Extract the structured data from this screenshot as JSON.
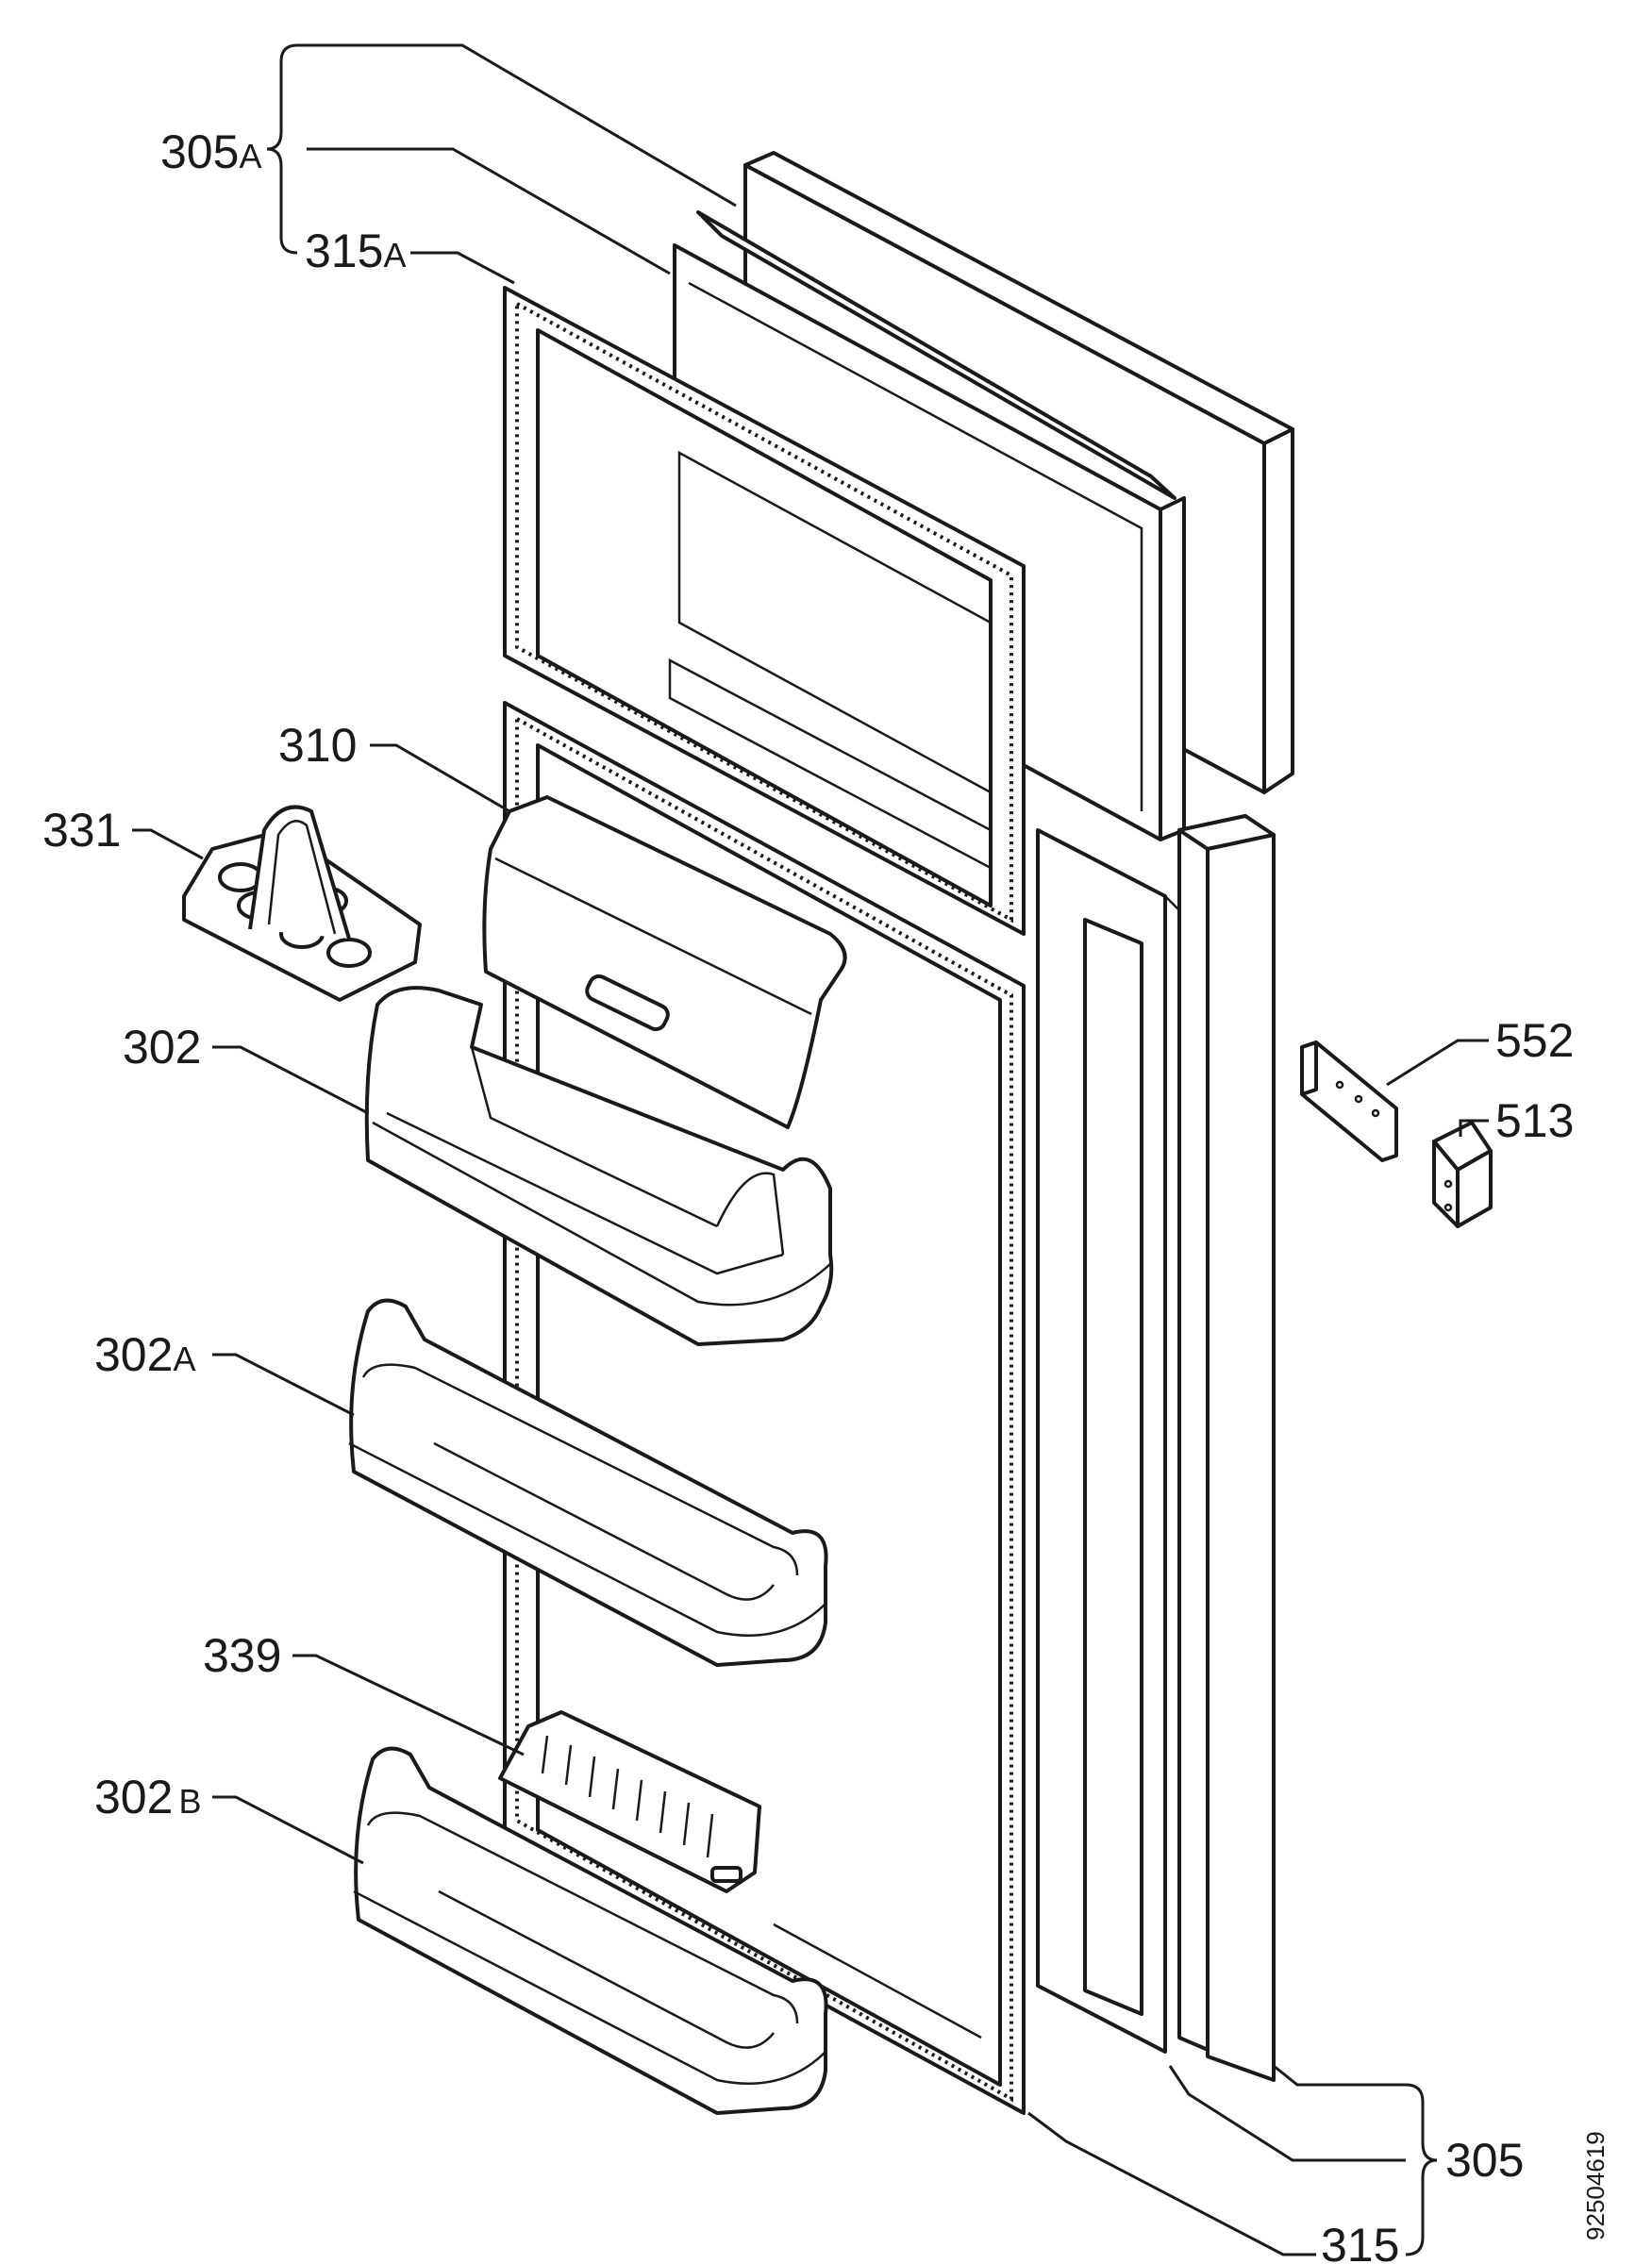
{
  "diagram": {
    "labels": {
      "p305A": "305",
      "p305A_sub": "A",
      "p315A": "315",
      "p315A_sub": "A",
      "p310": "310",
      "p331": "331",
      "p302": "302",
      "p302A": "302",
      "p302A_sub": "A",
      "p339": "339",
      "p302B": "302",
      "p302B_sub": "B",
      "p552": "552",
      "p513": "513",
      "p305": "305",
      "p315": "315"
    },
    "drawing_number": "92504619"
  }
}
